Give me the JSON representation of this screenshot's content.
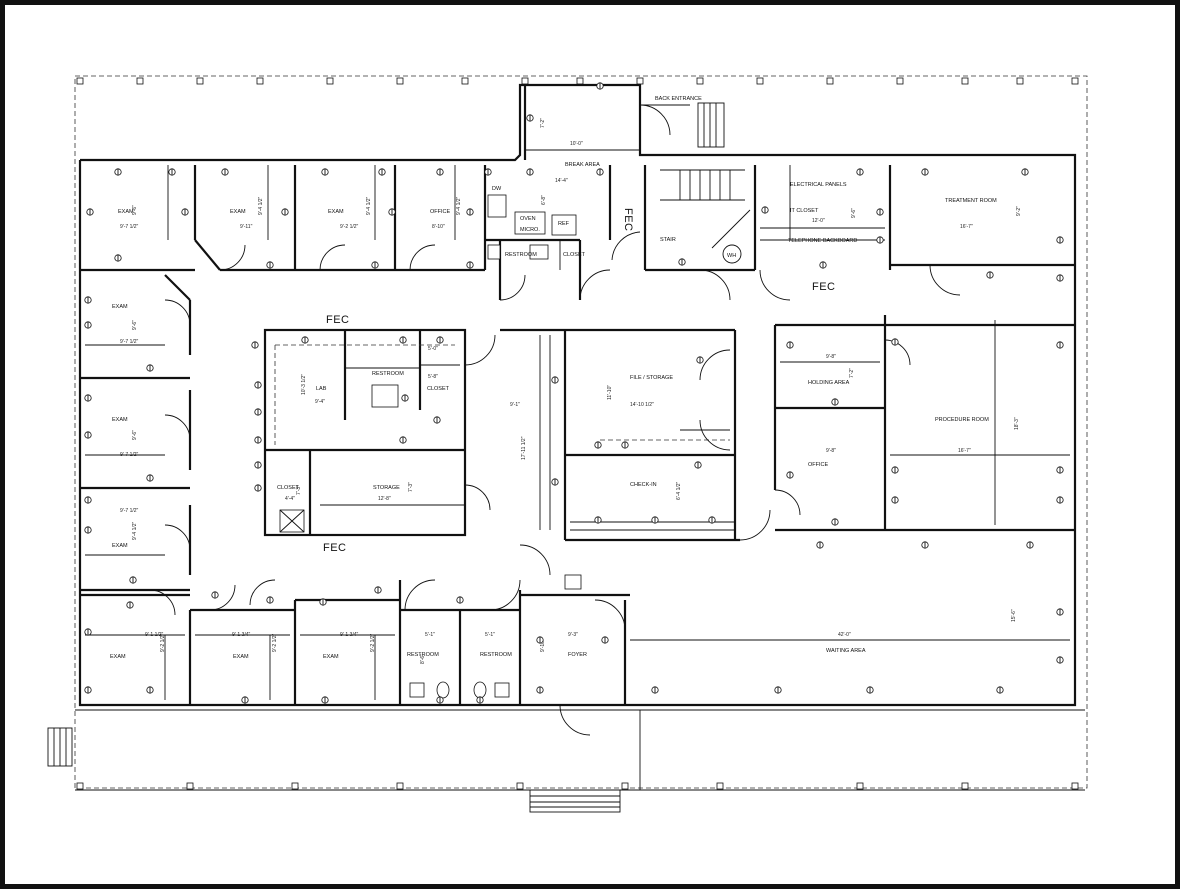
{
  "rooms": {
    "exam_nw": "EXAM",
    "exam_n2": "EXAM",
    "exam_n3": "EXAM",
    "office_n": "OFFICE",
    "break_area": "BREAK AREA",
    "back_entrance": "BACK ENTRANCE",
    "dw": "DW",
    "oven": "OVEN",
    "micro": "MICRO.",
    "ref": "REF",
    "restroom_n": "RESTROOM",
    "closet_n": "CLOSET",
    "stair": "STAIR",
    "wh": "WH",
    "electrical_panels": "ELECTRICAL PANELS",
    "it_closet": "IT CLOSET",
    "telephone_backboard": "TELEPHONE BACKBOARD",
    "treatment_room": "TREATMENT ROOM",
    "exam_w1": "EXAM",
    "exam_w2": "EXAM",
    "exam_w3": "EXAM",
    "lab": "LAB",
    "restroom_c": "RESTROOM",
    "closet_c": "CLOSET",
    "closet_cw": "CLOSET",
    "storage": "STORAGE",
    "file_storage": "FILE / STORAGE",
    "check_in": "CHECK-IN",
    "holding_area": "HOLDING AREA",
    "office_e": "OFFICE",
    "procedure_room": "PROCEDURE ROOM",
    "exam_s1": "EXAM",
    "exam_s2": "EXAM",
    "exam_s3": "EXAM",
    "restroom_s1": "RESTROOM",
    "restroom_s2": "RESTROOM",
    "foyer": "FOYER",
    "waiting_area": "WAITING AREA"
  },
  "fec_labels": {
    "center_top": "FEC",
    "center_bottom": "FEC",
    "stair": "FEC",
    "it": "FEC"
  },
  "dims": {
    "exam_nw_w": "9'-7 1/2\"",
    "exam_nw_h": "9'-6\"",
    "exam_n2_w": "9'-11\"",
    "exam_n2_h": "9'-4 1/2\"",
    "exam_n3_w": "9'-2 1/2\"",
    "exam_n3_h": "9'-4 1/2\"",
    "office_n_w": "8'-10\"",
    "office_n_h": "9'-4 1/2\"",
    "break_w": "10'-0\"",
    "break_h": "7'-2\"",
    "break_w2": "14'-4\"",
    "break_h2": "6'-8\"",
    "it_w": "12'-0\"",
    "it_h": "9'-6\"",
    "treat_w": "16'-7\"",
    "treat_h": "9'-2\"",
    "exam_w1_w": "9'-7 1/2\"",
    "exam_w1_h": "9'-6\"",
    "exam_w2_w": "9'-7 1/2\"",
    "exam_w2_h": "9'-6\"",
    "exam_w3_w": "9'-7 1/2\"",
    "exam_w3_h": "9'-4 1/2\"",
    "lab_w": "9'-4\"",
    "lab_h": "10'-3 1/2\"",
    "restroom_c_h": "5'-8\"",
    "closet_c_w": "5'-0\"",
    "closet_cw_w": "4'-4\"",
    "closet_cw_h": "7'-3\"",
    "storage_w": "12'-8\"",
    "storage_h": "7'-3\"",
    "corr_w": "9'-1\"",
    "corr_h": "17'-11 1/2\"",
    "file_h": "11'-10\"",
    "file_w": "14'-10 1/2\"",
    "checkin_h": "6'-4 1/2\"",
    "holding_w": "9'-8\"",
    "holding_h": "7'-2\"",
    "office_e_w": "9'-8\"",
    "proc_h": "18'-3\"",
    "proc_w": "16'-7\"",
    "exam_s1_w": "9'-1 1/2\"",
    "exam_s1_h": "9'-2 1/2\"",
    "exam_s2_w": "9'-1 3/4\"",
    "exam_s2_h": "9'-2 1/2\"",
    "exam_s3_w": "9'-1 3/4\"",
    "exam_s3_h": "9'-2 1/2\"",
    "rr_s1_w": "5'-1\"",
    "rr_s1_h": "8'-6\"",
    "rr_s2_w": "5'-1\"",
    "foyer_w": "9'-3\"",
    "foyer_h": "9'-10\"",
    "wait_w": "42'-0\"",
    "wait_h": "15'-6\""
  },
  "colors": {
    "line": "#111111",
    "background": "#ffffff",
    "border": "#111111"
  }
}
